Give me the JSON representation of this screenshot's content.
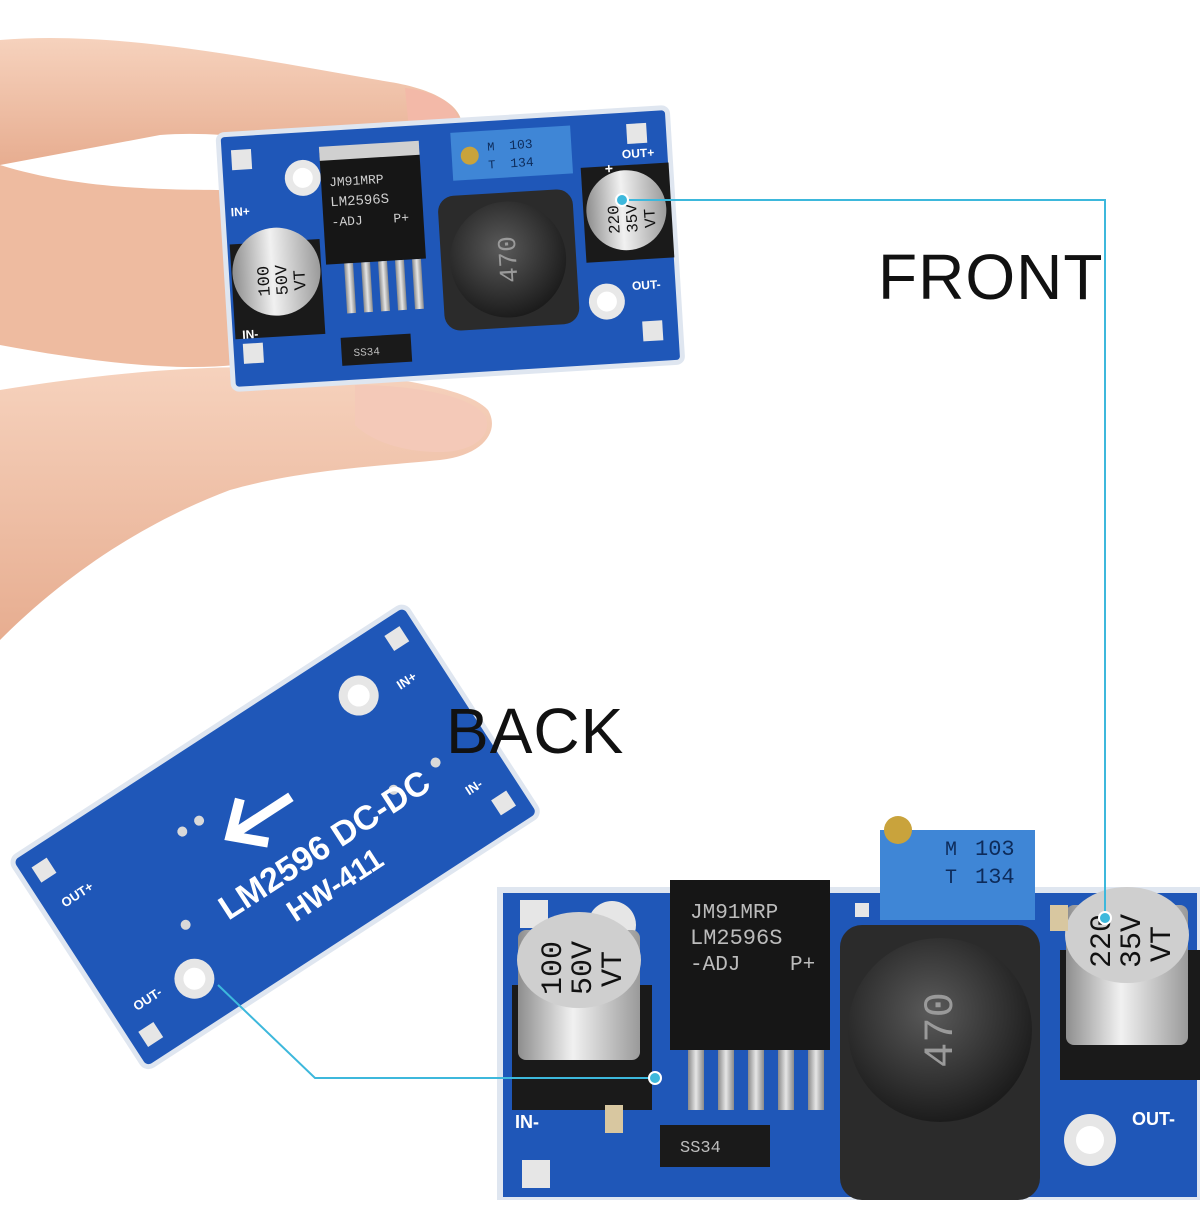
{
  "labels": {
    "front": "FRONT",
    "back": "BACK"
  },
  "front_board": {
    "regulator_line1": "JM91MRP",
    "regulator_line2": "LM2596S",
    "regulator_line3": "-ADJ",
    "regulator_line4": "P+",
    "pot_line1": "103",
    "pot_line2": "134",
    "pot_mark_t": "T",
    "pot_mark_m": "M",
    "cap_in_line1": "100",
    "cap_in_line2": "50V",
    "cap_in_line3": "VT",
    "cap_out_line1": "220",
    "cap_out_line2": "35V",
    "cap_out_line3": "VT",
    "inductor_text": "470",
    "diode_text": "SS34",
    "pin_in_plus": "IN+",
    "pin_in_minus": "IN-",
    "pin_out_plus": "OUT+",
    "pin_out_minus": "OUT-",
    "plus_mark": "+"
  },
  "back_board": {
    "line1": "LM2596 DC-DC",
    "line2": "HW-411",
    "pin_in_plus": "IN+",
    "pin_in_minus": "IN-",
    "pin_out_plus": "OUT+",
    "pin_out_minus": "OUT-"
  },
  "colors": {
    "pcb_blue": "#1f57b8",
    "pcb_dark": "#123e8e",
    "callout_line": "#3db8dc",
    "skin": "#f2c2a8"
  }
}
